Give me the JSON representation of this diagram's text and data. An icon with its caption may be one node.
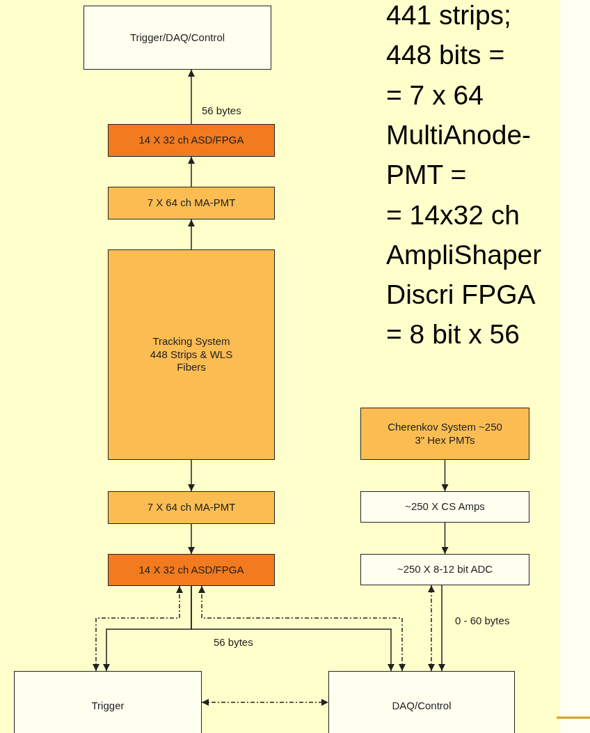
{
  "diagram": {
    "nodes": [
      {
        "text": [
          "Trigger/DAQ/Control"
        ]
      },
      {
        "text": [
          "14 X 32 ch ASD/FPGA"
        ]
      },
      {
        "text": [
          "7 X 64 ch MA-PMT"
        ]
      },
      {
        "text": [
          "Tracking System 448 Strips & WLS Fibers"
        ]
      },
      {
        "text": [
          "7 X 64 ch MA-PMT"
        ]
      },
      {
        "text": [
          "14 X 32 ch ASD/FPGA"
        ]
      },
      {
        "text": [
          "Cherenkov System ~250 3\" Hex PMTs"
        ]
      },
      {
        "text": [
          "~250 X CS Amps"
        ]
      },
      {
        "text": [
          "~250 X 8-12 bit ADC"
        ]
      },
      {
        "text": [
          "Trigger"
        ]
      },
      {
        "text": [
          "DAQ/Control"
        ]
      }
    ],
    "edges": [
      {
        "from": 1,
        "to": 0,
        "arrow": "to",
        "label": "56 bytes"
      },
      {
        "from": 2,
        "to": 1,
        "arrow": "to"
      },
      {
        "from": 3,
        "to": 2,
        "arrow": "to"
      },
      {
        "from": 3,
        "to": 4,
        "arrow": "to"
      },
      {
        "from": 4,
        "to": 5,
        "arrow": "to"
      },
      {
        "from": 6,
        "to": 7,
        "arrow": "to"
      },
      {
        "from": 7,
        "to": 8,
        "arrow": "to"
      },
      {
        "from": 5,
        "to": 9,
        "arrow": "to"
      },
      {
        "from": 5,
        "to": 10,
        "arrow": "to",
        "label": "56 bytes"
      },
      {
        "from": 9,
        "to": 5,
        "arrow": "both",
        "style": "dashed"
      },
      {
        "from": 10,
        "to": 5,
        "arrow": "both",
        "style": "dashed"
      },
      {
        "from": 8,
        "to": 10,
        "arrow": "to",
        "label": "0 - 60 bytes"
      },
      {
        "from": 10,
        "to": 8,
        "arrow": "both",
        "style": "dashed"
      },
      {
        "from": 9,
        "to": 10,
        "arrow": "both",
        "style": "dashed"
      }
    ],
    "labels": [
      "441 strips;",
      "448 bits =",
      "= 7 x 64",
      "MultiAnode-",
      "PMT =",
      "= 14x32 ch",
      "AmpliShaper",
      "Discri FPGA",
      "= 8 bit x 56"
    ]
  }
}
